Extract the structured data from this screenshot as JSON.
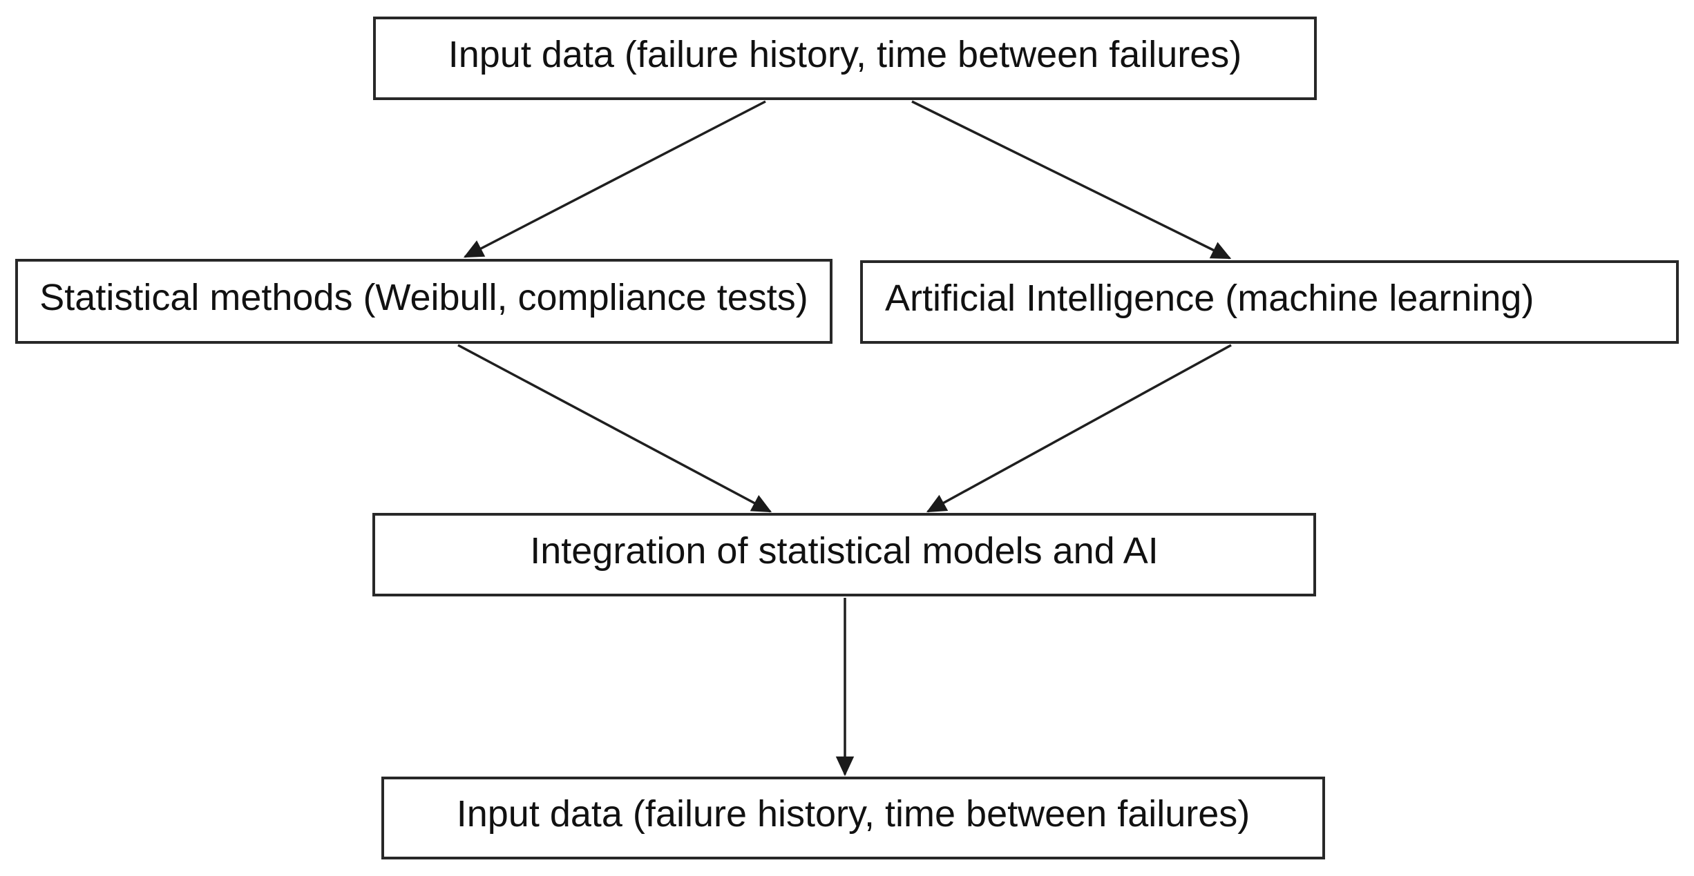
{
  "diagram": {
    "type": "flowchart",
    "nodes": {
      "input_top": {
        "label": "Input data (failure history, time between failures)"
      },
      "statistical": {
        "label": "Statistical methods (Weibull, compliance tests)"
      },
      "ai": {
        "label": "Artificial Intelligence (machine learning)"
      },
      "integration": {
        "label": "Integration of statistical models and AI"
      },
      "input_bottom": {
        "label": "Input data (failure history, time between failures)"
      }
    },
    "edges": [
      {
        "from": "input_top",
        "to": "statistical"
      },
      {
        "from": "input_top",
        "to": "ai"
      },
      {
        "from": "statistical",
        "to": "integration"
      },
      {
        "from": "ai",
        "to": "integration"
      },
      {
        "from": "integration",
        "to": "input_bottom"
      }
    ],
    "colors": {
      "box_fill": "#ffffff",
      "box_border": "#282828",
      "text": "#111111",
      "arrow": "#1a1a1a"
    }
  }
}
